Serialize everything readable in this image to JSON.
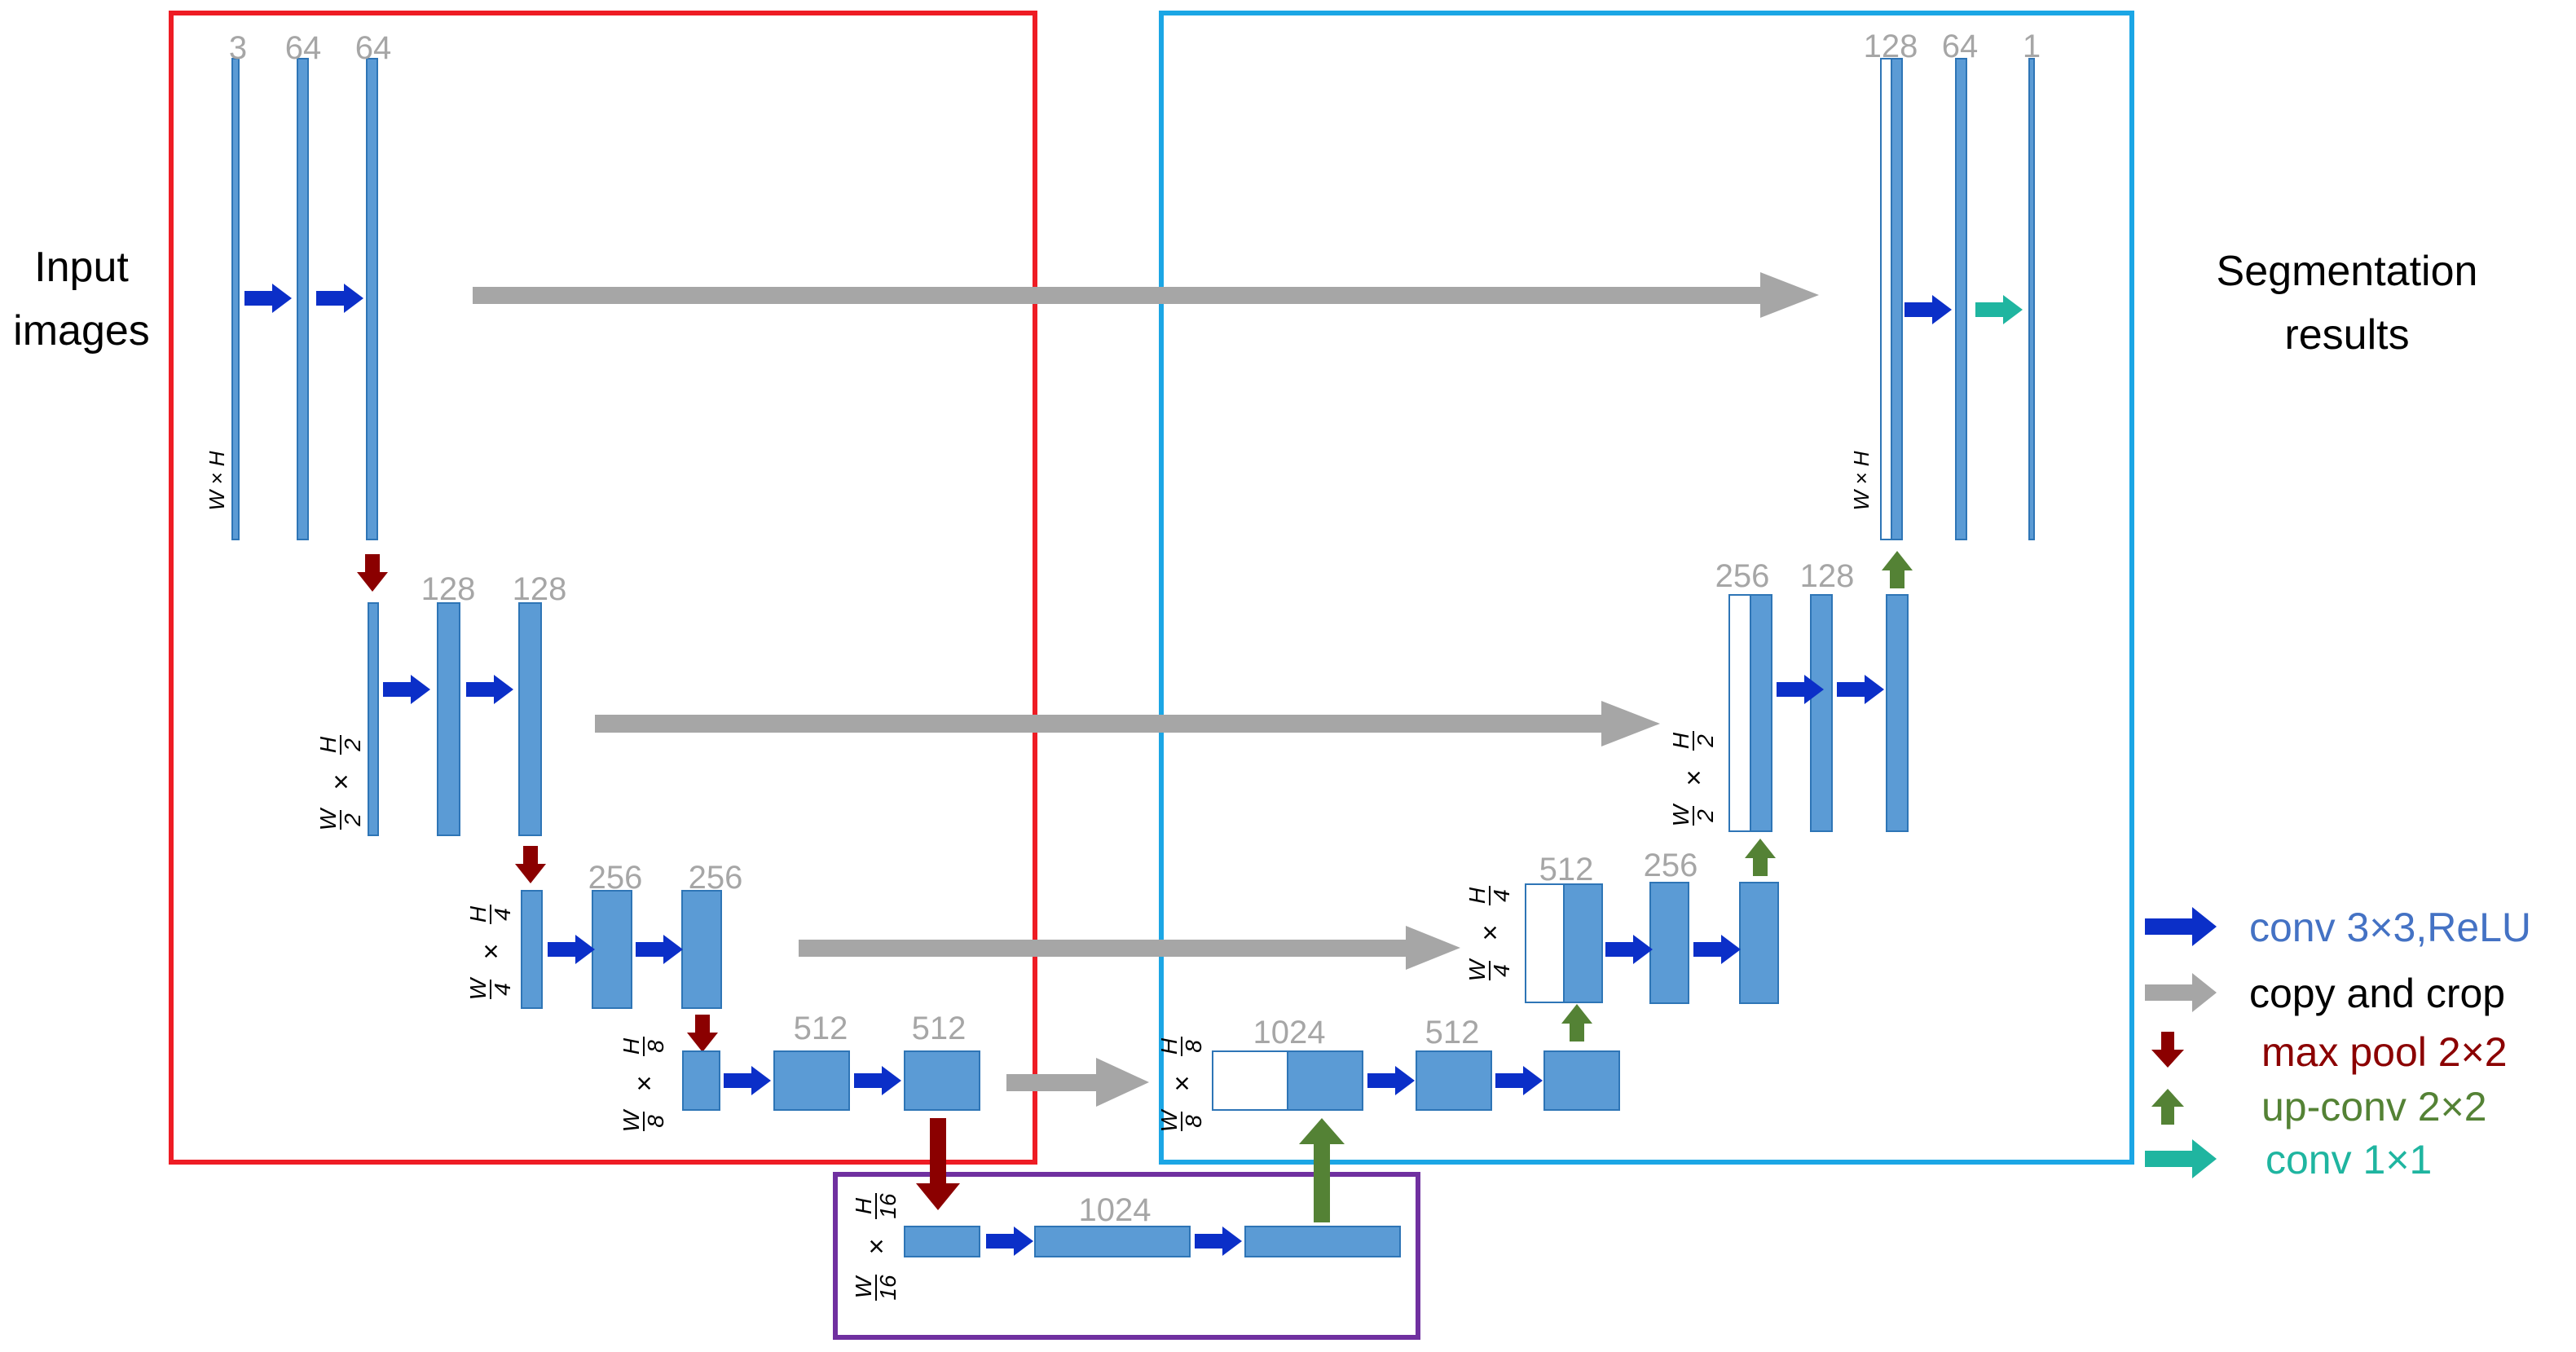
{
  "labels": {
    "input": [
      "Input",
      "images"
    ],
    "output": [
      "Segmentation",
      "results"
    ]
  },
  "channels": {
    "l1_a": "3",
    "l1_b": "64",
    "l1_c": "64",
    "l2_a": "128",
    "l2_b": "128",
    "l3_a": "256",
    "l3_b": "256",
    "l4_a": "512",
    "l4_b": "512",
    "bottom": "1024",
    "d4_a": "1024",
    "d4_b": "512",
    "d3_a": "512",
    "d3_b": "256",
    "d2_a": "256",
    "d2_b": "128",
    "d1_a": "128",
    "d1_b": "64",
    "d1_c": "1"
  },
  "dims": {
    "full": "W × H",
    "half": {
      "wn": "W",
      "wd": "2",
      "hn": "H",
      "hd": "2",
      "op": "×"
    },
    "quarter": {
      "wn": "W",
      "wd": "4",
      "hn": "H",
      "hd": "4",
      "op": "×"
    },
    "eighth": {
      "wn": "W",
      "wd": "8",
      "hn": "H",
      "hd": "8",
      "op": "×"
    },
    "sixteenth": {
      "wn": "W",
      "wd": "16",
      "hn": "H",
      "hd": "16",
      "op": "×"
    }
  },
  "legend": [
    {
      "label": "conv 3×3,ReLU",
      "color": "#4472c4",
      "arrow": "blue"
    },
    {
      "label": "copy and crop",
      "color": "#000000",
      "arrow": "gray"
    },
    {
      "label": "max pool 2×2",
      "color": "#8b0000",
      "arrow": "darkred"
    },
    {
      "label": "up-conv 2×2",
      "color": "#548235",
      "arrow": "green"
    },
    {
      "label": "conv 1×1",
      "color": "#1fb5a0",
      "arrow": "teal"
    }
  ],
  "colors": {
    "block_fill": "#5b9bd5",
    "block_stroke": "#2e75b6",
    "encoder_frame": "#ee1c24",
    "decoder_frame": "#1ba6e5",
    "bottleneck_frame": "#7030a0",
    "conv_arrow": "#0b2fc8",
    "copy_arrow": "#a6a6a6",
    "pool_arrow": "#8b0000",
    "upconv_arrow": "#548235",
    "conv1x1_arrow": "#1fb5a0"
  }
}
